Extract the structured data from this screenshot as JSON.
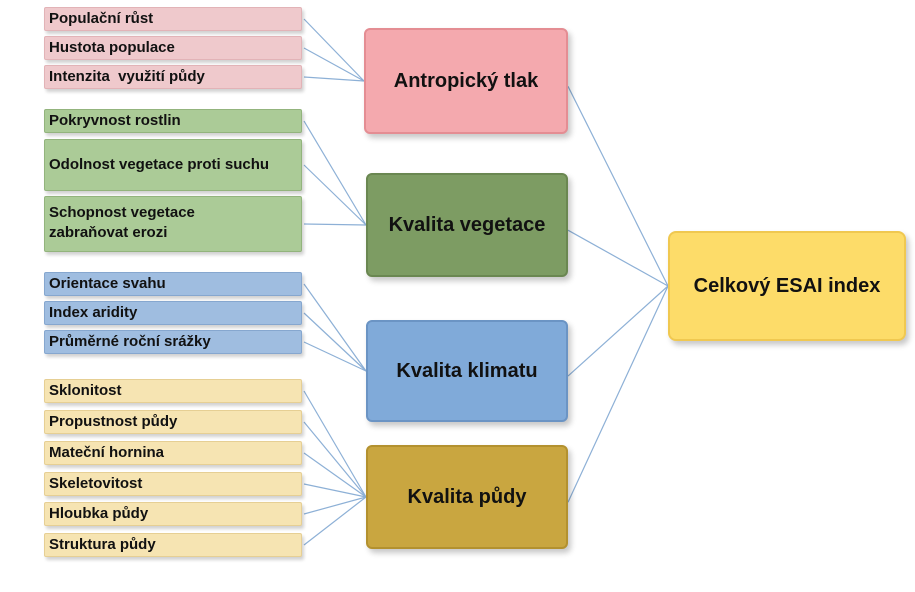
{
  "root": {
    "label": "Celkový ESAI index",
    "color": "#fddc69"
  },
  "categories": [
    {
      "label": "Antropický tlak",
      "color": "#f4a9ae"
    },
    {
      "label": "Kvalita vegetace",
      "color": "#7d9c63"
    },
    {
      "label": "Kvalita klimatu",
      "color": "#80aad9"
    },
    {
      "label": "Kvalita půdy",
      "color": "#c9a640"
    }
  ],
  "leaves": {
    "antropicky": [
      "Populační růst",
      "Hustota populace",
      "Intenzita  využití půdy"
    ],
    "vegetace": [
      "Pokryvnost rostlin",
      "Odolnost vegetace proti suchu",
      "Schopnost vegetace zabraňovat erozi"
    ],
    "klima": [
      "Orientace svahu",
      "Index aridity",
      "Průměrné roční srážky"
    ],
    "puda": [
      "Sklonitost",
      "Propustnost půdy",
      "Mateční hornina",
      "Skeletovitost",
      "Hloubka půdy",
      "Struktura půdy"
    ]
  },
  "connector_color": "#8db0d6"
}
